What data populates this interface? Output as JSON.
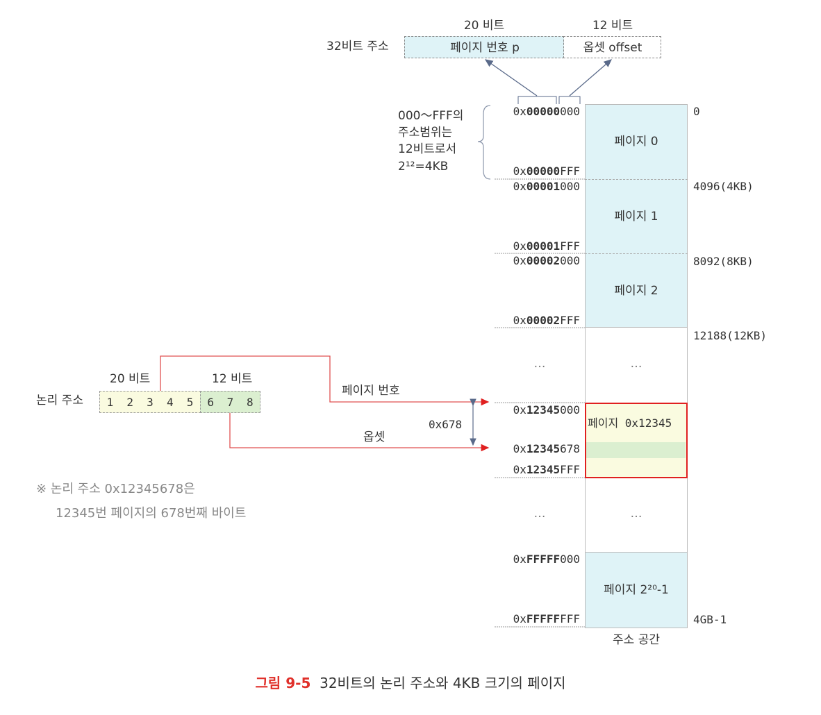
{
  "colors": {
    "page_blue": "#dff3f7",
    "highlight_red": "#e02020",
    "yellow": "#fafbe0",
    "green": "#dbefd0",
    "line": "#5a6a8a",
    "caption_red": "#e0302a"
  },
  "top_address": {
    "label": "32비트 주소",
    "page_bits": "20 비트",
    "offset_bits": "12 비트",
    "page_field": "페이지 번호 p",
    "offset_field": "옵셋 offset"
  },
  "brace_note": [
    "000～FFF의",
    "주소범위는",
    "12비트로서",
    "2¹²=4KB"
  ],
  "address_space": {
    "title": "주소 공간",
    "pages": [
      {
        "label": "페이지 0",
        "start_pre": "0x",
        "start_bold": "00000",
        "start_post": "000",
        "end_pre": "0x",
        "end_bold": "00000",
        "end_post": "FFF",
        "offset_label": "0"
      },
      {
        "label": "페이지 1",
        "start_pre": "0x",
        "start_bold": "00001",
        "start_post": "000",
        "end_pre": "0x",
        "end_bold": "00001",
        "end_post": "FFF",
        "offset_label": "4096(4KB)"
      },
      {
        "label": "페이지 2",
        "start_pre": "0x",
        "start_bold": "00002",
        "start_post": "000",
        "end_pre": "0x",
        "end_bold": "00002",
        "end_post": "FFF",
        "offset_label": "8092(8KB)"
      }
    ],
    "after_page2_label": "12188(12KB)",
    "ellipsis": "…",
    "target_page": {
      "label": "페이지 0x12345",
      "start_pre": "0x",
      "start_bold": "12345",
      "start_post": "000",
      "mid_pre": "0x",
      "mid_bold": "12345",
      "mid_post": "678",
      "end_pre": "0x",
      "end_bold": "12345",
      "end_post": "FFF"
    },
    "last_page": {
      "label": "페이지 2²⁰-1",
      "start_pre": "0x",
      "start_bold": "FFFFF",
      "start_post": "000",
      "end_pre": "0x",
      "end_bold": "FFFFF",
      "end_post": "FFF",
      "end_label": "4GB-1"
    }
  },
  "logical_address": {
    "label": "논리 주소",
    "page_bits": "20 비트",
    "offset_bits": "12 비트",
    "page_digits": [
      "1",
      "2",
      "3",
      "4",
      "5"
    ],
    "offset_digits": [
      "6",
      "7",
      "8"
    ],
    "page_arrow_label": "페이지 번호",
    "offset_arrow_label": "옵셋",
    "offset_value": "0x678"
  },
  "note": [
    "※ 논리 주소  0x12345678은",
    "12345번 페이지의 678번째 바이트"
  ],
  "caption": {
    "number": "그림 9-5",
    "text": "32비트의 논리 주소와 4KB 크기의 페이지"
  }
}
